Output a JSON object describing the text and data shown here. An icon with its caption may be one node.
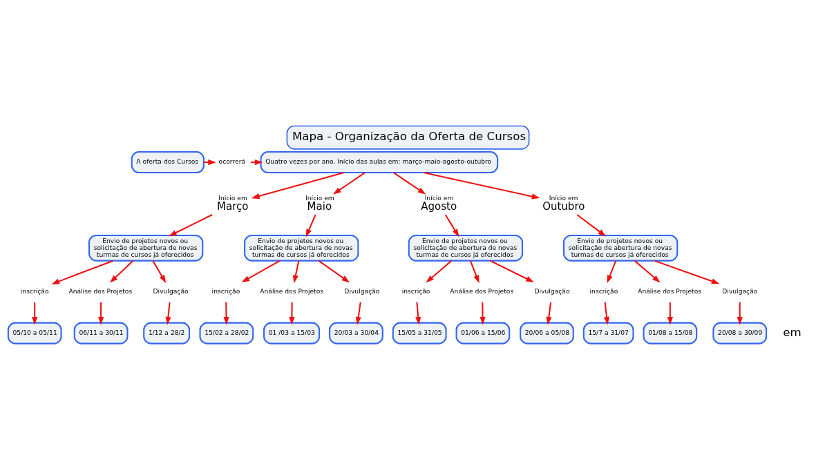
{
  "diagram": {
    "title": "Mapa - Organização da Oferta de Cursos",
    "nodes": [
      {
        "text": [
          "A oferta dos Cursos"
        ]
      },
      {
        "text": [
          "ocorrerá"
        ]
      },
      {
        "text": [
          "Quatro vezes por ano. Início das aulas em: março-maio-agosto-outubro"
        ]
      },
      {
        "text": [
          "Início em",
          "Março"
        ]
      },
      {
        "text": [
          "Envio de projetos novos ou solicitação de abertura de novas turmas de cursos já oferecidos"
        ]
      },
      {
        "text": [
          "inscrição"
        ]
      },
      {
        "text": [
          "Análise dos Projetos"
        ]
      },
      {
        "text": [
          "Divulgação"
        ]
      },
      {
        "text": [
          "05/10 a 05/11"
        ]
      },
      {
        "text": [
          "06/11 a 30/11"
        ]
      },
      {
        "text": [
          "1/12 a 28/2"
        ]
      },
      {
        "text": [
          "Início em",
          "Maio"
        ]
      },
      {
        "text": [
          "Envio de projetos novos ou solicitação de abertura de novas turmas de cursos já oferecidos"
        ]
      },
      {
        "text": [
          "inscrição"
        ]
      },
      {
        "text": [
          "Análise dos Projetos"
        ]
      },
      {
        "text": [
          "Divulgação"
        ]
      },
      {
        "text": [
          "15/02 a 28/02"
        ]
      },
      {
        "text": [
          "01 /03 a 15/03"
        ]
      },
      {
        "text": [
          "20/03 a 30/04"
        ]
      },
      {
        "text": [
          "Início em",
          "Agosto"
        ]
      },
      {
        "text": [
          "Envio de projetos novos ou solicitação de abertura de novas turmas de cursos já oferecidos"
        ]
      },
      {
        "text": [
          "inscrição"
        ]
      },
      {
        "text": [
          "Análise dos Projetos"
        ]
      },
      {
        "text": [
          "Divulgação"
        ]
      },
      {
        "text": [
          "15/05 a 31/05"
        ]
      },
      {
        "text": [
          "01/06 a 15/06"
        ]
      },
      {
        "text": [
          "20/06 a 05/08"
        ]
      },
      {
        "text": [
          "Início em",
          "Outubro"
        ]
      },
      {
        "text": [
          "Envio de projetos novos ou solicitação de abertura de novas turmas de cursos já oferecidos"
        ]
      },
      {
        "text": [
          "inscrição"
        ]
      },
      {
        "text": [
          "Análise dos Projetos"
        ]
      },
      {
        "text": [
          "Divulgação"
        ]
      },
      {
        "text": [
          "15/7 a 31/07"
        ]
      },
      {
        "text": [
          "01/08 a 15/08"
        ]
      },
      {
        "text": [
          "20/08 a 30/09"
        ]
      }
    ],
    "edges": [
      {
        "from": 0,
        "to": 1,
        "arrow": "to"
      },
      {
        "from": 1,
        "to": 2,
        "arrow": "to"
      },
      {
        "from": 2,
        "to": 3,
        "arrow": "to"
      },
      {
        "from": 2,
        "to": 11,
        "arrow": "to"
      },
      {
        "from": 2,
        "to": 19,
        "arrow": "to"
      },
      {
        "from": 2,
        "to": 27,
        "arrow": "to"
      },
      {
        "from": 3,
        "to": 4,
        "arrow": "to"
      },
      {
        "from": 4,
        "to": 5,
        "arrow": "to"
      },
      {
        "from": 4,
        "to": 6,
        "arrow": "to"
      },
      {
        "from": 4,
        "to": 7,
        "arrow": "to"
      },
      {
        "from": 5,
        "to": 8,
        "arrow": "to"
      },
      {
        "from": 6,
        "to": 9,
        "arrow": "to"
      },
      {
        "from": 7,
        "to": 10,
        "arrow": "to"
      },
      {
        "from": 11,
        "to": 12,
        "arrow": "to"
      },
      {
        "from": 12,
        "to": 13,
        "arrow": "to"
      },
      {
        "from": 12,
        "to": 14,
        "arrow": "to"
      },
      {
        "from": 12,
        "to": 15,
        "arrow": "to"
      },
      {
        "from": 13,
        "to": 16,
        "arrow": "to"
      },
      {
        "from": 14,
        "to": 17,
        "arrow": "to"
      },
      {
        "from": 15,
        "to": 18,
        "arrow": "to"
      },
      {
        "from": 19,
        "to": 20,
        "arrow": "to"
      },
      {
        "from": 20,
        "to": 21,
        "arrow": "to"
      },
      {
        "from": 20,
        "to": 22,
        "arrow": "to"
      },
      {
        "from": 20,
        "to": 23,
        "arrow": "to"
      },
      {
        "from": 21,
        "to": 24,
        "arrow": "to"
      },
      {
        "from": 22,
        "to": 25,
        "arrow": "to"
      },
      {
        "from": 23,
        "to": 26,
        "arrow": "to"
      },
      {
        "from": 27,
        "to": 28,
        "arrow": "to"
      },
      {
        "from": 28,
        "to": 29,
        "arrow": "to"
      },
      {
        "from": 28,
        "to": 30,
        "arrow": "to"
      },
      {
        "from": 28,
        "to": 31,
        "arrow": "to"
      },
      {
        "from": 29,
        "to": 32,
        "arrow": "to"
      },
      {
        "from": 30,
        "to": 33,
        "arrow": "to"
      },
      {
        "from": 31,
        "to": 34,
        "arrow": "to"
      }
    ],
    "labels": [
      "em"
    ]
  }
}
